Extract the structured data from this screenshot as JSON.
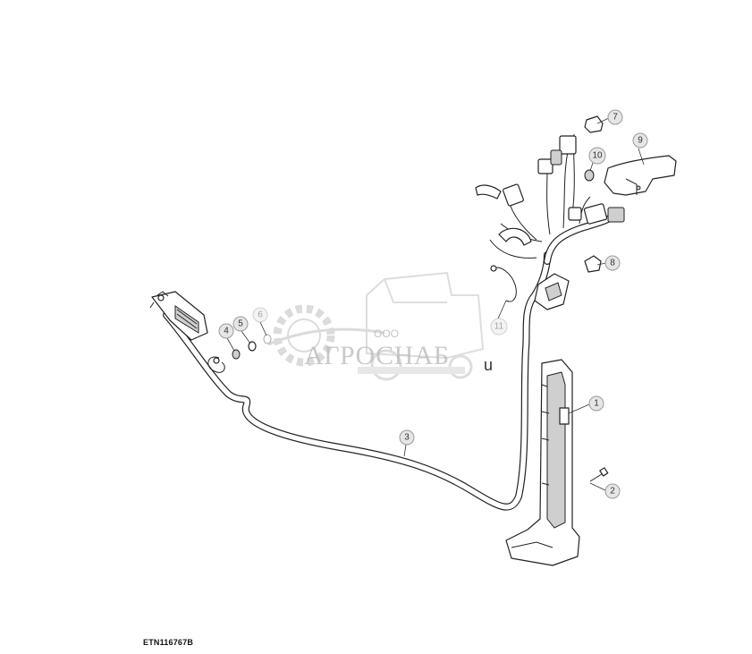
{
  "figure_id": "ETN116767B",
  "callouts": [
    {
      "n": "1",
      "faded": false
    },
    {
      "n": "2",
      "faded": false
    },
    {
      "n": "3",
      "faded": false
    },
    {
      "n": "4",
      "faded": false
    },
    {
      "n": "5",
      "faded": false
    },
    {
      "n": "6",
      "faded": true
    },
    {
      "n": "7",
      "faded": false
    },
    {
      "n": "8",
      "faded": false
    },
    {
      "n": "9",
      "faded": false
    },
    {
      "n": "10",
      "faded": false
    },
    {
      "n": "11",
      "faded": true
    }
  ],
  "watermark": {
    "company_prefix": "ООО",
    "company_name": "АГРОСНАБ",
    "tail": "u"
  }
}
